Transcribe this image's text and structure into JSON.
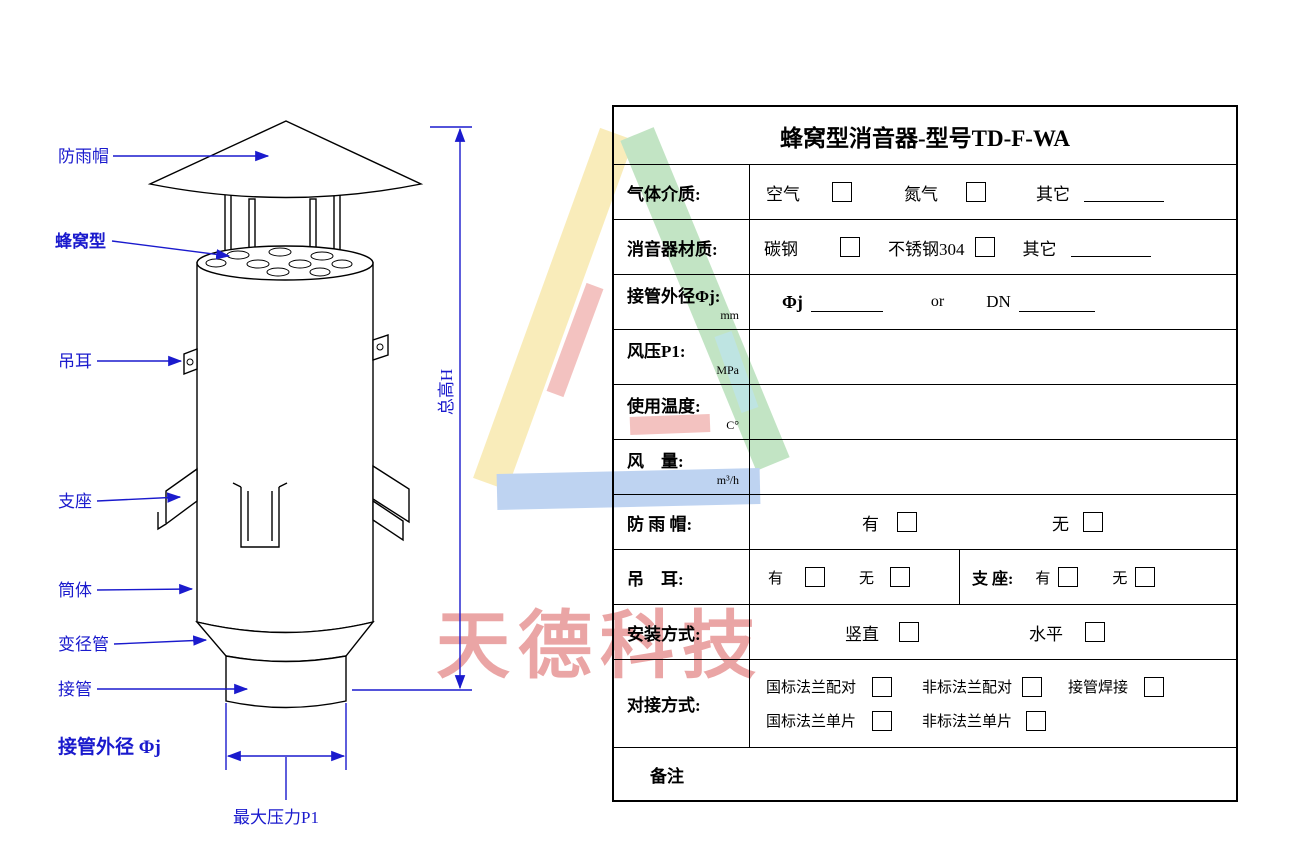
{
  "watermark": {
    "text": "天德科技"
  },
  "drawing": {
    "callouts": {
      "rain_cap": "防雨帽",
      "honeycomb": "蜂窝型",
      "lifting_lug": "吊耳",
      "support": "支座",
      "shell": "筒体",
      "reducer": "变径管",
      "pipe": "接管",
      "pipe_od": "接管外径 Φj",
      "max_pressure": "最大压力P1",
      "total_height": "总高H"
    }
  },
  "table": {
    "title": "蜂窝型消音器-型号TD-F-WA",
    "gas": {
      "label": "气体介质:",
      "air": "空气",
      "nitrogen": "氮气",
      "other": "其它"
    },
    "material": {
      "label": "消音器材质:",
      "carbon": "碳钢",
      "stainless": "不锈钢304",
      "other": "其它"
    },
    "pipe_od": {
      "label": "接管外径Φj:",
      "unit": "mm",
      "phi": "Φj",
      "or": "or",
      "dn": "DN"
    },
    "pressure": {
      "label": "风压P1:",
      "unit": "MPa"
    },
    "temperature": {
      "label": "使用温度:",
      "unit": "C°"
    },
    "flow": {
      "label": "风　量:",
      "unit": "m³/h"
    },
    "rain_cap": {
      "label": "防 雨 帽:",
      "yes": "有",
      "no": "无"
    },
    "lug": {
      "label": "吊　耳:",
      "yes": "有",
      "no": "无"
    },
    "support": {
      "label": "支 座:",
      "yes": "有",
      "no": "无"
    },
    "install": {
      "label": "安装方式:",
      "vertical": "竖直",
      "horizontal": "水平"
    },
    "connect": {
      "label": "对接方式:",
      "gb_pair": "国标法兰配对",
      "nonstd_pair": "非标法兰配对",
      "weld": "接管焊接",
      "gb_single": "国标法兰单片",
      "nonstd_single": "非标法兰单片"
    },
    "remarks": {
      "label": "备注"
    }
  }
}
